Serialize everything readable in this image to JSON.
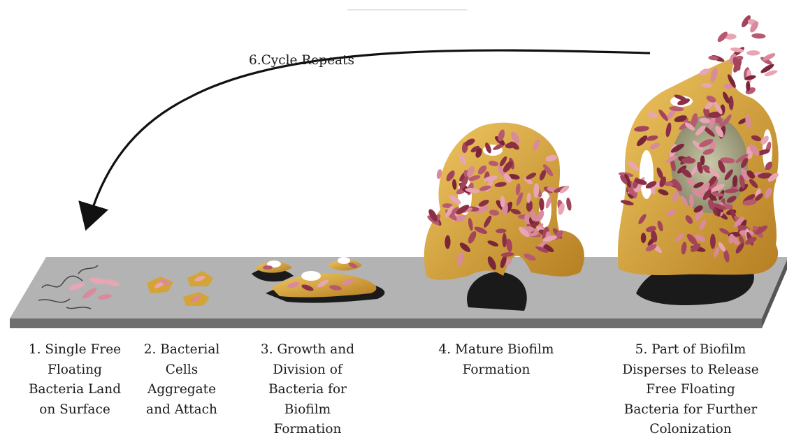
{
  "diagram": {
    "cycle_label": "6.Cycle Repeats",
    "stages": [
      {
        "id": 1,
        "label": "1. Single Free\nFloating\nBacteria Land\non Surface"
      },
      {
        "id": 2,
        "label": "2. Bacterial\nCells\nAggregate\nand Attach"
      },
      {
        "id": 3,
        "label": "3. Growth and\nDivision of\nBacteria for\nBiofilm\nFormation"
      },
      {
        "id": 4,
        "label": "4. Mature Biofilm\nFormation"
      },
      {
        "id": 5,
        "label": "5. Part of Biofilm\nDisperses to Release\nFree Floating\nBacteria for Further\nColonization"
      }
    ]
  },
  "colors": {
    "surface_top": "#b3b3b3",
    "surface_front": "#6e6e6e",
    "matrix": "#d4a437",
    "matrix_dark": "#a8761c",
    "cell_dark": "#8a2f45",
    "cell_light": "#e8a6b4",
    "shadow": "#1a1a1a",
    "arrow": "#111111"
  }
}
